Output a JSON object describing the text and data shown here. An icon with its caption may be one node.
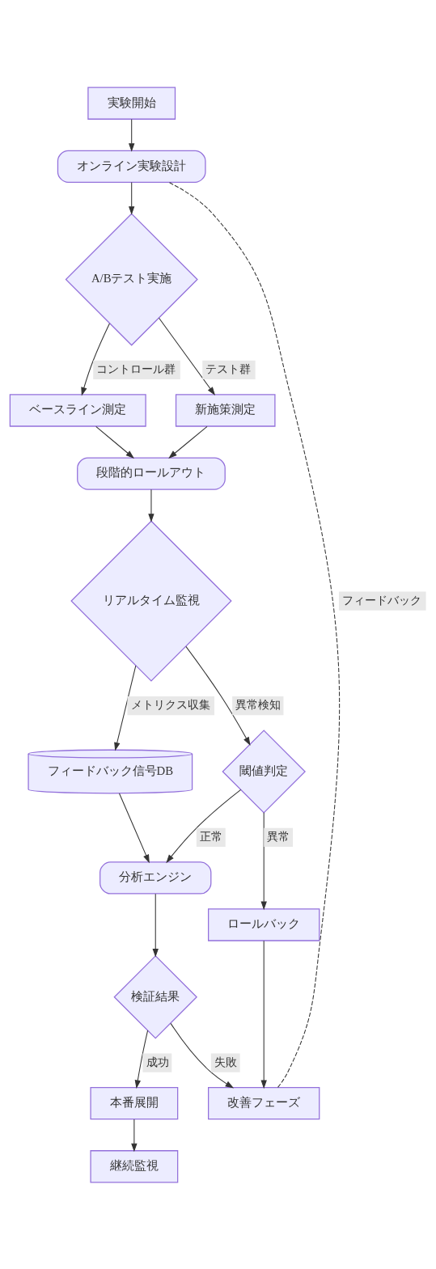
{
  "diagram": {
    "nodes": [
      {
        "text": [
          "実験開始"
        ]
      },
      {
        "text": [
          "オンライン実験設計"
        ]
      },
      {
        "text": [
          "A/Bテスト実施"
        ]
      },
      {
        "text": [
          "ベースライン測定"
        ]
      },
      {
        "text": [
          "新施策測定"
        ]
      },
      {
        "text": [
          "段階的ロールアウト"
        ]
      },
      {
        "text": [
          "リアルタイム監視"
        ]
      },
      {
        "text": [
          "フィードバック信号DB"
        ]
      },
      {
        "text": [
          "閾値判定"
        ]
      },
      {
        "text": [
          "分析エンジン"
        ]
      },
      {
        "text": [
          "検証結果"
        ]
      },
      {
        "text": [
          "ロールバック"
        ]
      },
      {
        "text": [
          "本番展開"
        ]
      },
      {
        "text": [
          "改善フェーズ"
        ]
      },
      {
        "text": [
          "継続監視"
        ]
      }
    ],
    "edges": [
      {
        "from": 0,
        "to": 1,
        "arrow": "to"
      },
      {
        "from": 1,
        "to": 2,
        "arrow": "to"
      },
      {
        "from": 2,
        "to": 3,
        "arrow": "to",
        "label": "コントロール群"
      },
      {
        "from": 2,
        "to": 4,
        "arrow": "to",
        "label": "テスト群"
      },
      {
        "from": 3,
        "to": 5,
        "arrow": "to"
      },
      {
        "from": 4,
        "to": 5,
        "arrow": "to"
      },
      {
        "from": 5,
        "to": 6,
        "arrow": "to"
      },
      {
        "from": 6,
        "to": 7,
        "arrow": "to",
        "label": "メトリクス収集"
      },
      {
        "from": 6,
        "to": 8,
        "arrow": "to",
        "label": "異常検知"
      },
      {
        "from": 7,
        "to": 9,
        "arrow": "to"
      },
      {
        "from": 8,
        "to": 9,
        "arrow": "to",
        "label": "正常"
      },
      {
        "from": 8,
        "to": 11,
        "arrow": "to",
        "label": "異常"
      },
      {
        "from": 9,
        "to": 10,
        "arrow": "to"
      },
      {
        "from": 10,
        "to": 12,
        "arrow": "to",
        "label": "成功"
      },
      {
        "from": 10,
        "to": 13,
        "arrow": "to",
        "label": "失敗"
      },
      {
        "from": 11,
        "to": 13,
        "arrow": "to"
      },
      {
        "from": 13,
        "to": 1,
        "arrow": "none",
        "label": "フィードバック",
        "style": "dashed"
      },
      {
        "from": 12,
        "to": 14,
        "arrow": "to"
      }
    ]
  }
}
